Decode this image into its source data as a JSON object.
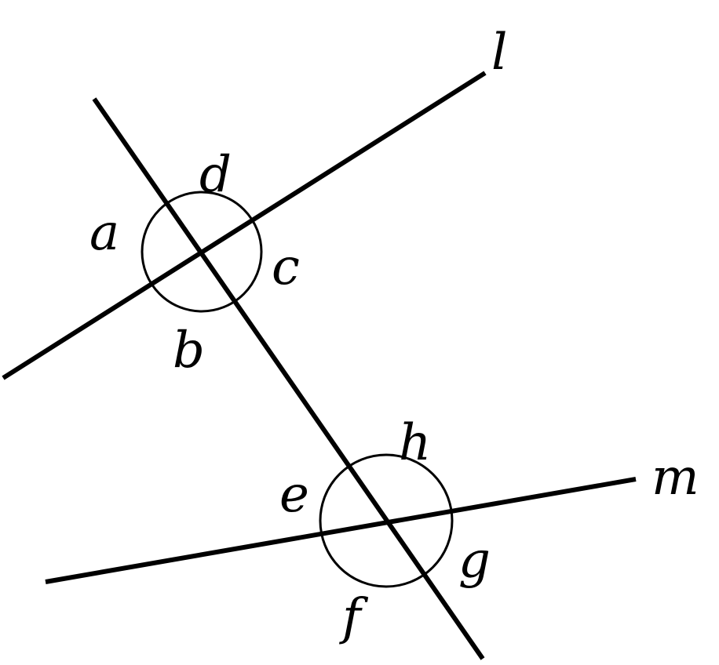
{
  "labels": {
    "line_l": "l",
    "line_m": "m",
    "angle_a": "a",
    "angle_b": "b",
    "angle_c": "c",
    "angle_d": "d",
    "angle_e": "e",
    "angle_f": "f",
    "angle_g": "g",
    "angle_h": "h"
  },
  "colors": {
    "stroke": "#000000",
    "background": "#ffffff"
  }
}
